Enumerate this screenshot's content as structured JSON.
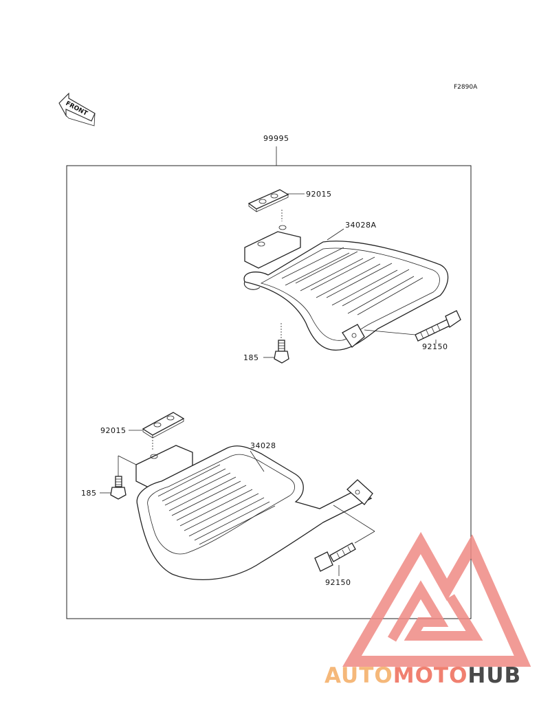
{
  "figure_code": "F2890A",
  "front_arrow_text": "FRONT",
  "assembly": {
    "number": "99995"
  },
  "upper_assembly": {
    "holder_label": "92015",
    "step_label": "34028A",
    "bolt_label": "92150",
    "screw_label": "185"
  },
  "lower_assembly": {
    "holder_label": "92015",
    "step_label": "34028",
    "bolt_label": "92150",
    "screw_label": "185"
  },
  "watermark": {
    "part1": "AUTO",
    "part2": "MOTO",
    "part3": "HUB",
    "color1": "#f5b87a",
    "color2": "#f08070",
    "color3": "#4a4a4a",
    "logo_color": "#ef8a84"
  }
}
